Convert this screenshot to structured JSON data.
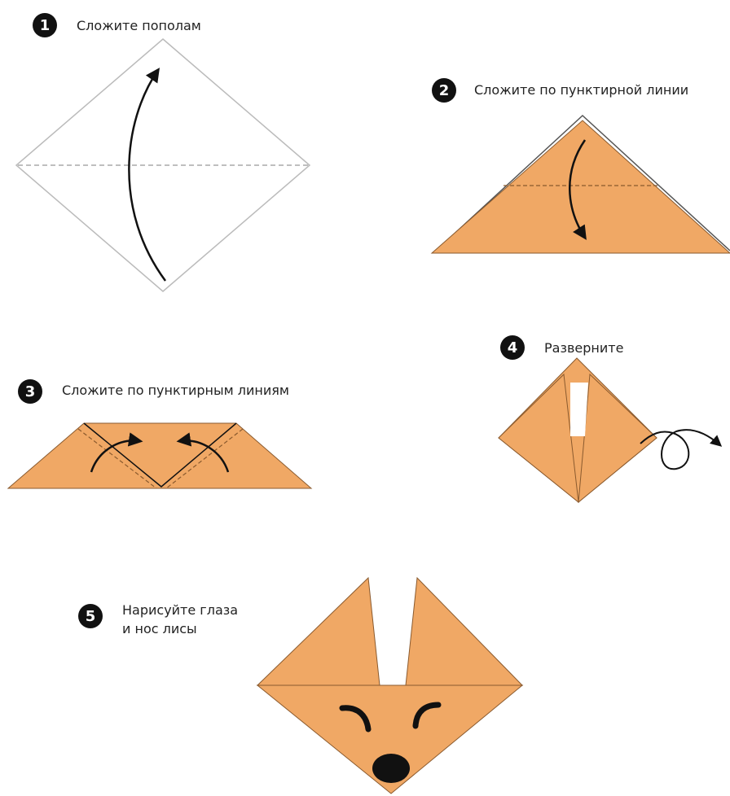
{
  "colors": {
    "paper_fill": "#f0a865",
    "paper_edge": "#8a5a2e",
    "badge": "#111111",
    "line": "#111111",
    "blank_paper": "#ffffff",
    "fold_line": "#999999"
  },
  "steps": [
    {
      "number": "1",
      "text": "Сложите пополам"
    },
    {
      "number": "2",
      "text": "Сложите по пунктирной линии"
    },
    {
      "number": "3",
      "text": "Сложите по пунктирным линиям"
    },
    {
      "number": "4",
      "text": "Разверните"
    },
    {
      "number": "5",
      "text_line1": "Нарисуйте глаза",
      "text_line2": "и нос лисы"
    }
  ]
}
